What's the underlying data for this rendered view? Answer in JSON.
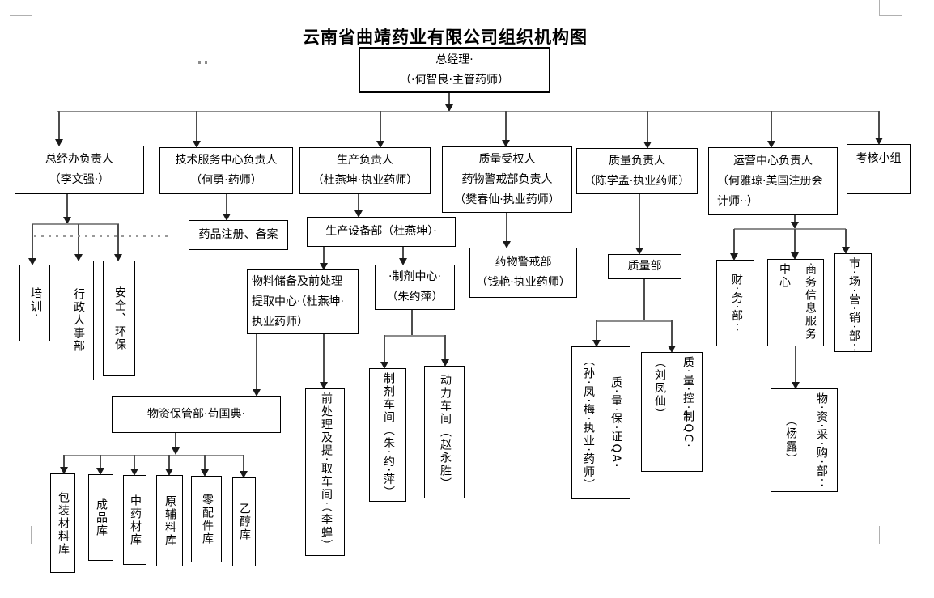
{
  "title": "云南省曲靖药业有限公司组织机构图",
  "colors": {
    "background": "#ffffff",
    "box_border": "#000000",
    "text": "#000000",
    "connector_horizontal": "#8c8c8c",
    "connector_vertical": "#4d4d4d",
    "arrow": "#1a1a1a",
    "dotted_line": "#999999",
    "crop_mark": "#b0b0b0"
  },
  "org_chart": {
    "type": "org-tree",
    "nodes": [
      {
        "id": "gm",
        "lines": [
          "总经理·",
          "（·何智良·主管药师）"
        ]
      },
      {
        "id": "zjb",
        "lines": [
          "总经办负责人",
          "（李文强·）"
        ]
      },
      {
        "id": "jsfw",
        "lines": [
          "技术服务中心负责人",
          "（何勇·药师）"
        ]
      },
      {
        "id": "scfzr",
        "lines": [
          "生产负责人",
          "（杜燕坤·执业药师）"
        ]
      },
      {
        "id": "zlsqr",
        "lines": [
          "质量受权人",
          "药物警戒部负责人",
          "（樊春仙·执业药师）"
        ]
      },
      {
        "id": "zlfzr",
        "lines": [
          "质量负责人",
          "（陈学孟·执业药师）"
        ]
      },
      {
        "id": "yyzx",
        "lines": [
          "运营中心负责人",
          "（何雅琼·美国注册会",
          "计师··）"
        ]
      },
      {
        "id": "khxz",
        "lines": [
          "考核小组"
        ]
      },
      {
        "id": "px",
        "lines": [
          "培训·"
        ]
      },
      {
        "id": "xzrsb",
        "lines": [
          "行政人事部"
        ]
      },
      {
        "id": "aqhb",
        "lines": [
          "安全、环保"
        ]
      },
      {
        "id": "ypzc",
        "lines": [
          "药品注册、备案"
        ]
      },
      {
        "id": "scsbb",
        "lines": [
          "生产设备部（杜燕坤）·"
        ]
      },
      {
        "id": "wlcb",
        "lines": [
          "物料储备及前处理",
          "提取中心·（杜燕坤·",
          "执业药师）"
        ]
      },
      {
        "id": "zjzx",
        "lines": [
          "·制剂中心·",
          "（朱约萍）"
        ]
      },
      {
        "id": "wzbgb",
        "lines": [
          "物资保管部·苟国典·"
        ]
      },
      {
        "id": "bzcl",
        "lines": [
          "包装材料库"
        ]
      },
      {
        "id": "cpk",
        "lines": [
          "成品库"
        ]
      },
      {
        "id": "zyck",
        "lines": [
          "中药材库"
        ]
      },
      {
        "id": "yflk",
        "lines": [
          "原辅料库"
        ]
      },
      {
        "id": "lpjk",
        "lines": [
          "零配件库"
        ]
      },
      {
        "id": "yck",
        "lines": [
          "乙醇库"
        ]
      },
      {
        "id": "qclj",
        "lines": [
          "前处理及提·取车间·（李蝉）"
        ]
      },
      {
        "id": "zjcj",
        "lines": [
          "制剂车间（朱·约·萍）"
        ]
      },
      {
        "id": "dlcj",
        "lines": [
          "动力车间（赵永胜）"
        ]
      },
      {
        "id": "ywjjb",
        "lines": [
          "药物警戒部",
          "（钱艳·执业药师）"
        ]
      },
      {
        "id": "zlb",
        "lines": [
          "质量部"
        ]
      },
      {
        "id": "zlbz",
        "lines": [
          "质·量·保·证QA·",
          "（孙·凤·梅·执业·药师）"
        ]
      },
      {
        "id": "zlkz",
        "lines": [
          "质·量·控·制QC·",
          "（刘凤仙）"
        ]
      },
      {
        "id": "cwb",
        "lines": [
          "财·务·部··"
        ]
      },
      {
        "id": "swxx",
        "lines": [
          "商务信息服务",
          "中心"
        ]
      },
      {
        "id": "scyx",
        "lines": [
          "市·场·营·销·部··"
        ]
      },
      {
        "id": "wzcg",
        "lines": [
          "物·资·采·购·部··",
          "（杨露）"
        ]
      }
    ],
    "edges": [
      [
        "gm",
        "zjb"
      ],
      [
        "gm",
        "jsfw"
      ],
      [
        "gm",
        "scfzr"
      ],
      [
        "gm",
        "zlsqr"
      ],
      [
        "gm",
        "zlfzr"
      ],
      [
        "gm",
        "yyzx"
      ],
      [
        "gm",
        "khxz"
      ],
      [
        "zjb",
        "px"
      ],
      [
        "zjb",
        "xzrsb"
      ],
      [
        "zjb",
        "aqhb"
      ],
      [
        "jsfw",
        "ypzc"
      ],
      [
        "scfzr",
        "scsbb"
      ],
      [
        "scsbb",
        "wlcb"
      ],
      [
        "scsbb",
        "zjzx"
      ],
      [
        "wlcb",
        "wzbgb"
      ],
      [
        "wlcb",
        "qclj"
      ],
      [
        "wzbgb",
        "bzcl"
      ],
      [
        "wzbgb",
        "cpk"
      ],
      [
        "wzbgb",
        "zyck"
      ],
      [
        "wzbgb",
        "yflk"
      ],
      [
        "wzbgb",
        "lpjk"
      ],
      [
        "wzbgb",
        "yck"
      ],
      [
        "zjzx",
        "zjcj"
      ],
      [
        "zjzx",
        "dlcj"
      ],
      [
        "zlsqr",
        "ywjjb"
      ],
      [
        "zlfzr",
        "zlb"
      ],
      [
        "zlb",
        "zlbz"
      ],
      [
        "zlb",
        "zlkz"
      ],
      [
        "yyzx",
        "cwb"
      ],
      [
        "yyzx",
        "swxx"
      ],
      [
        "yyzx",
        "scyx"
      ],
      [
        "swxx",
        "wzcg"
      ]
    ]
  }
}
